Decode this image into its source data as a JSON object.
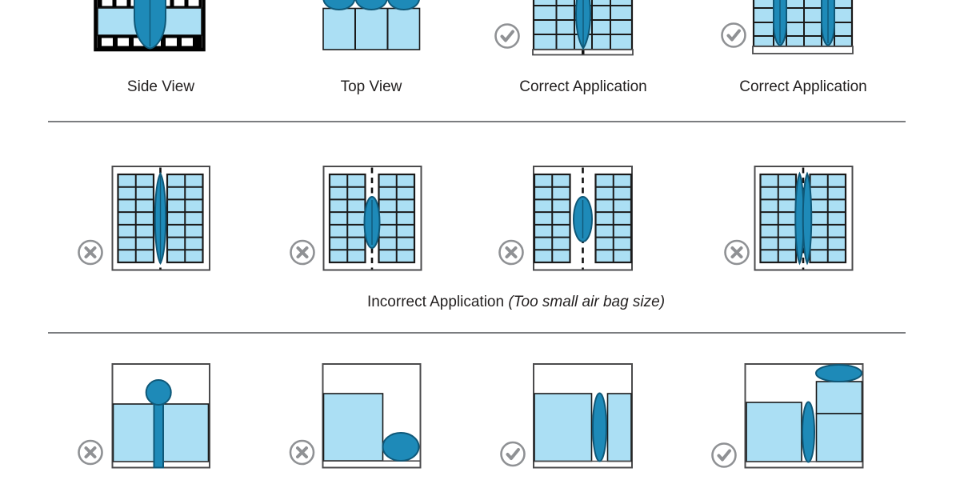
{
  "figure_subject": "dunnage air bag application diagram",
  "colors": {
    "cargo_light": "#abdff4",
    "airbag": "#1e8ab8",
    "airbag_edge": "#0f5878",
    "cell_line": "#1a1a1a",
    "frame_gray": "#4b4b4d",
    "icon_gray": "#8f9194",
    "divider_gray": "#7b7d80",
    "text": "#221f1f"
  },
  "rows": [
    {
      "panels": [
        {
          "label": "Side View",
          "icon": null
        },
        {
          "label": "Top View",
          "icon": null
        },
        {
          "label": "Correct Application",
          "icon": "check-icon",
          "status": "correct"
        },
        {
          "label": "Correct Application",
          "icon": "check-icon",
          "status": "correct"
        }
      ]
    },
    {
      "caption_normal": "Incorrect Application ",
      "caption_italic": "(Too small air bag size)",
      "panels": [
        {
          "icon": "cross-icon",
          "status": "incorrect"
        },
        {
          "icon": "cross-icon",
          "status": "incorrect"
        },
        {
          "icon": "cross-icon",
          "status": "incorrect"
        },
        {
          "icon": "cross-icon",
          "status": "incorrect"
        }
      ]
    },
    {
      "panels": [
        {
          "icon": "cross-icon",
          "status": "incorrect"
        },
        {
          "icon": "cross-icon",
          "status": "incorrect"
        },
        {
          "icon": "check-icon",
          "status": "correct"
        },
        {
          "icon": "check-icon",
          "status": "correct"
        }
      ]
    }
  ]
}
